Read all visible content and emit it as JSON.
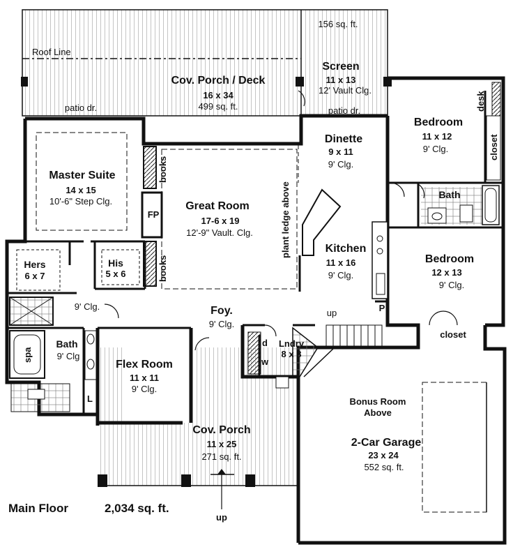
{
  "rooms": {
    "cov_porch_deck": {
      "name": "Cov. Porch / Deck",
      "dims": "16 x 34",
      "area": "499 sq. ft."
    },
    "screen": {
      "name": "Screen",
      "dims": "11 x 13",
      "ceiling": "12' Vault Clg.",
      "area": "156 sq. ft."
    },
    "bedroom1": {
      "name": "Bedroom",
      "dims": "11 x 12",
      "ceiling": "9' Clg."
    },
    "dinette": {
      "name": "Dinette",
      "dims": "9 x 11",
      "ceiling": "9' Clg."
    },
    "master": {
      "name": "Master Suite",
      "dims": "14 x 15",
      "ceiling": "10'-6\" Step Clg."
    },
    "great": {
      "name": "Great Room",
      "dims": "17-6 x 19",
      "ceiling": "12'-9\" Vault. Clg."
    },
    "kitchen": {
      "name": "Kitchen",
      "dims": "11 x 16",
      "ceiling": "9' Clg."
    },
    "bath_hall": {
      "name": "Bath"
    },
    "bedroom2": {
      "name": "Bedroom",
      "dims": "12 x 13",
      "ceiling": "9' Clg."
    },
    "hers": {
      "name": "Hers",
      "dims": "6 x 7"
    },
    "his": {
      "name": "His",
      "dims": "5 x 6"
    },
    "foyer": {
      "name": "Foy.",
      "ceiling": "9' Clg."
    },
    "master_bath": {
      "name": "Bath",
      "ceiling": "9' Clg"
    },
    "flex": {
      "name": "Flex Room",
      "dims": "11 x 11",
      "ceiling": "9' Clg."
    },
    "laundry": {
      "name": "Lndry",
      "dims": "8 x 8"
    },
    "cov_porch": {
      "name": "Cov. Porch",
      "dims": "11 x 25",
      "area": "271 sq. ft."
    },
    "garage": {
      "name": "2-Car Garage",
      "dims": "23 x 24",
      "area": "552 sq. ft."
    }
  },
  "labels": {
    "roof_line": "Roof Line",
    "patio_dr_1": "patio dr.",
    "patio_dr_2": "patio dr.",
    "desk": "desk",
    "closet_bed1": "closet",
    "books_top": "books",
    "books_bottom": "books",
    "fp": "FP",
    "plant_ledge": "plant ledge above",
    "hall_clg": "9' Clg.",
    "spa": "spa",
    "linen": "L",
    "pantry": "P",
    "dryer": "d",
    "washer": "w",
    "up_stairs": "up",
    "closet_bed2": "closet",
    "bonus_room": "Bonus Room\nAbove",
    "up_entry": "up"
  },
  "floor": {
    "name": "Main Floor",
    "area": "2,034 sq. ft."
  }
}
